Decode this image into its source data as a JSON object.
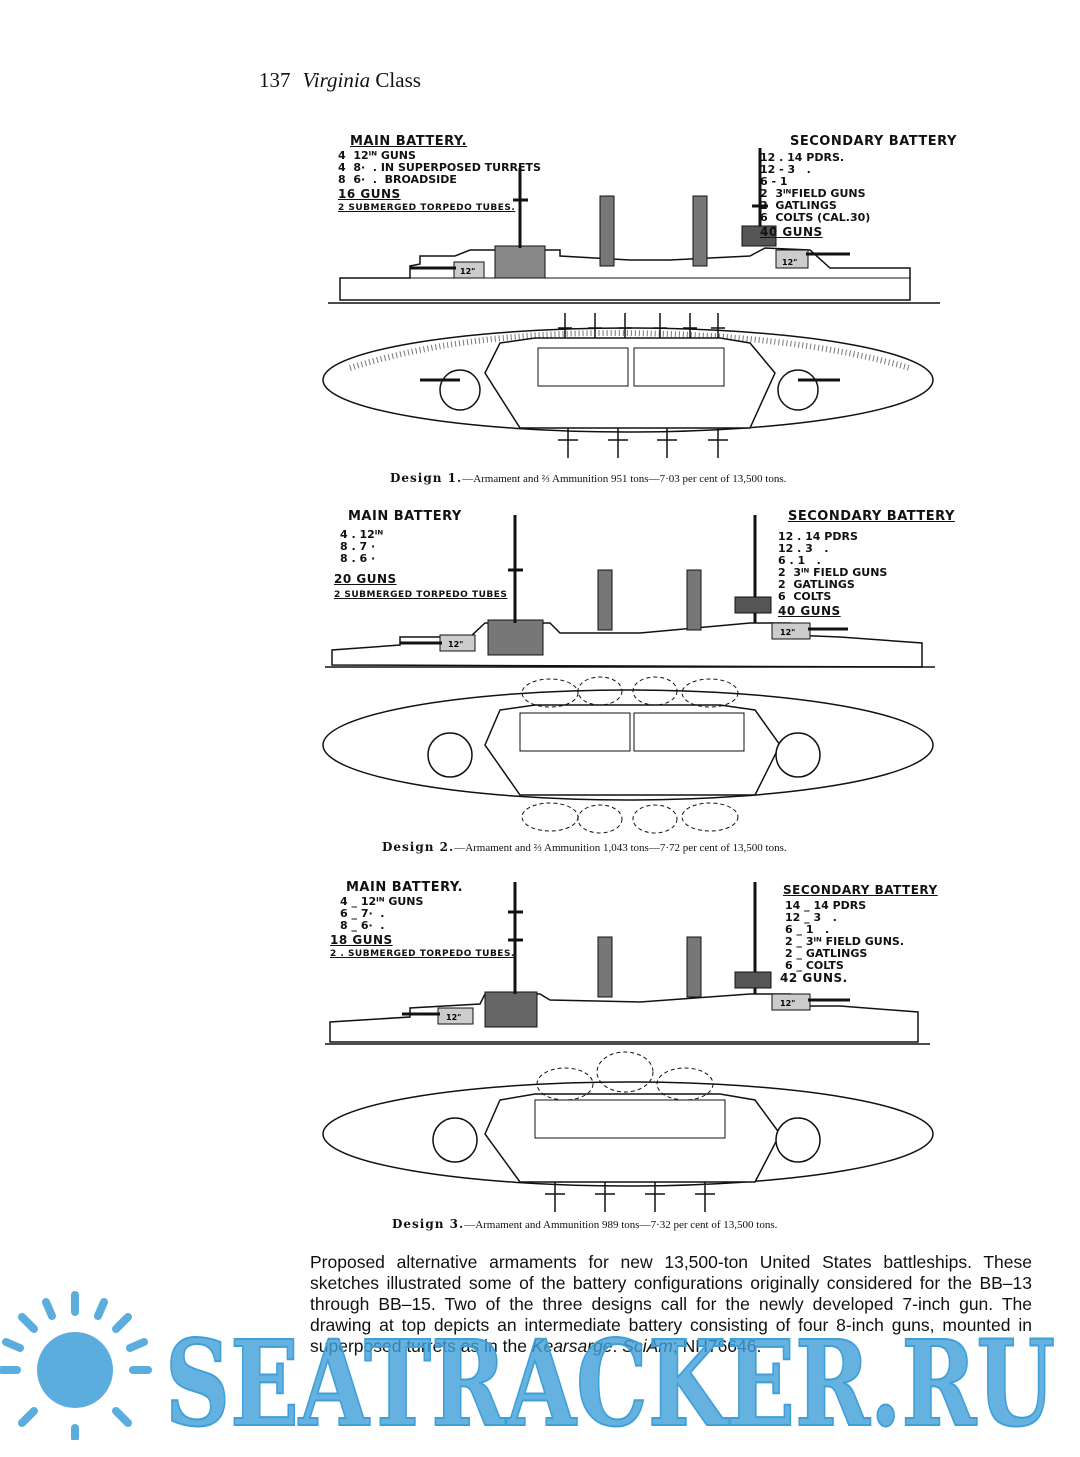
{
  "header": {
    "page_number": "137",
    "class_name": "Virginia",
    "class_suffix": " Class"
  },
  "designs": [
    {
      "main_title": "MAIN BATTERY.",
      "main_lines": "4  12ᴵᴺ GUNS\n4  8·  . IN SUPERPOSED TURRETS\n8  6·  .  BROADSIDE",
      "main_total": "16 GUNS",
      "main_torpedo": "2 SUBMERGED TORPEDO TUBES.",
      "sec_title": "SECONDARY BATTERY",
      "sec_lines": "12 . 14 PDRS.\n12 - 3   .\n6 - 1\n2  3ᴵᴺFIELD GUNS\n2  GATLINGS\n6  COLTS (CAL.30)",
      "sec_total": "40 GUNS",
      "caption_label": "Design 1.",
      "caption_text": "—Armament and ⅔ Ammunition 951 tons—7·03 per cent of 13,500 tons."
    },
    {
      "main_title": "MAIN BATTERY",
      "main_lines": "4 . 12ᴵᴺ\n8 . 7 ·\n8 . 6 ·",
      "main_total": "20 GUNS",
      "main_torpedo": "2 SUBMERGED TORPEDO TUBES",
      "sec_title": "SECONDARY BATTERY",
      "sec_lines": "12 . 14 PDRS\n12 . 3   .\n6 . 1   .\n2  3ᴵᴺ FIELD GUNS\n2  GATLINGS\n6  COLTS",
      "sec_total": "40 GUNS",
      "caption_label": "Design 2.",
      "caption_text": "—Armament and ⅔ Ammunition 1,043 tons—7·72 per cent of 13,500 tons."
    },
    {
      "main_title": "MAIN BATTERY.",
      "main_lines": "4 _ 12ᴵᴺ GUNS\n6 _ 7·  .\n8 _ 6·  .",
      "main_total": "18 GUNS",
      "main_torpedo": "2 . SUBMERGED TORPEDO TUBES.",
      "sec_title": "SECONDARY BATTERY",
      "sec_lines": "14 _ 14 PDRS\n12 _ 3   .\n6 _ 1   .\n2 _ 3ᴵᴺ FIELD GUNS.\n2 _ GATLINGS\n6 _ COLTS",
      "sec_total": "42 GUNS.",
      "caption_label": "Design 3.",
      "caption_text": "—Armament and Ammunition 989 tons—7·32 per cent of 13,500 tons."
    }
  ],
  "paragraph": {
    "text_before": "Proposed alternative armaments for new 13,500-ton United States battleships. These sketches illustrated some of the battery configurations originally considered for the BB–13 through BB–15. Two of the three designs call for the newly developed 7-inch gun. The drawing at top depicts an intermediate battery consisting of four 8-inch guns, mounted in superposed turrets as in the ",
    "italic_1": "Kearsarge",
    "text_mid": ". ",
    "italic_2": "SciAm",
    "text_after": "; NH76646."
  },
  "watermark": {
    "text": "SEATRACKER.RU",
    "color": "#3f9fd8"
  }
}
